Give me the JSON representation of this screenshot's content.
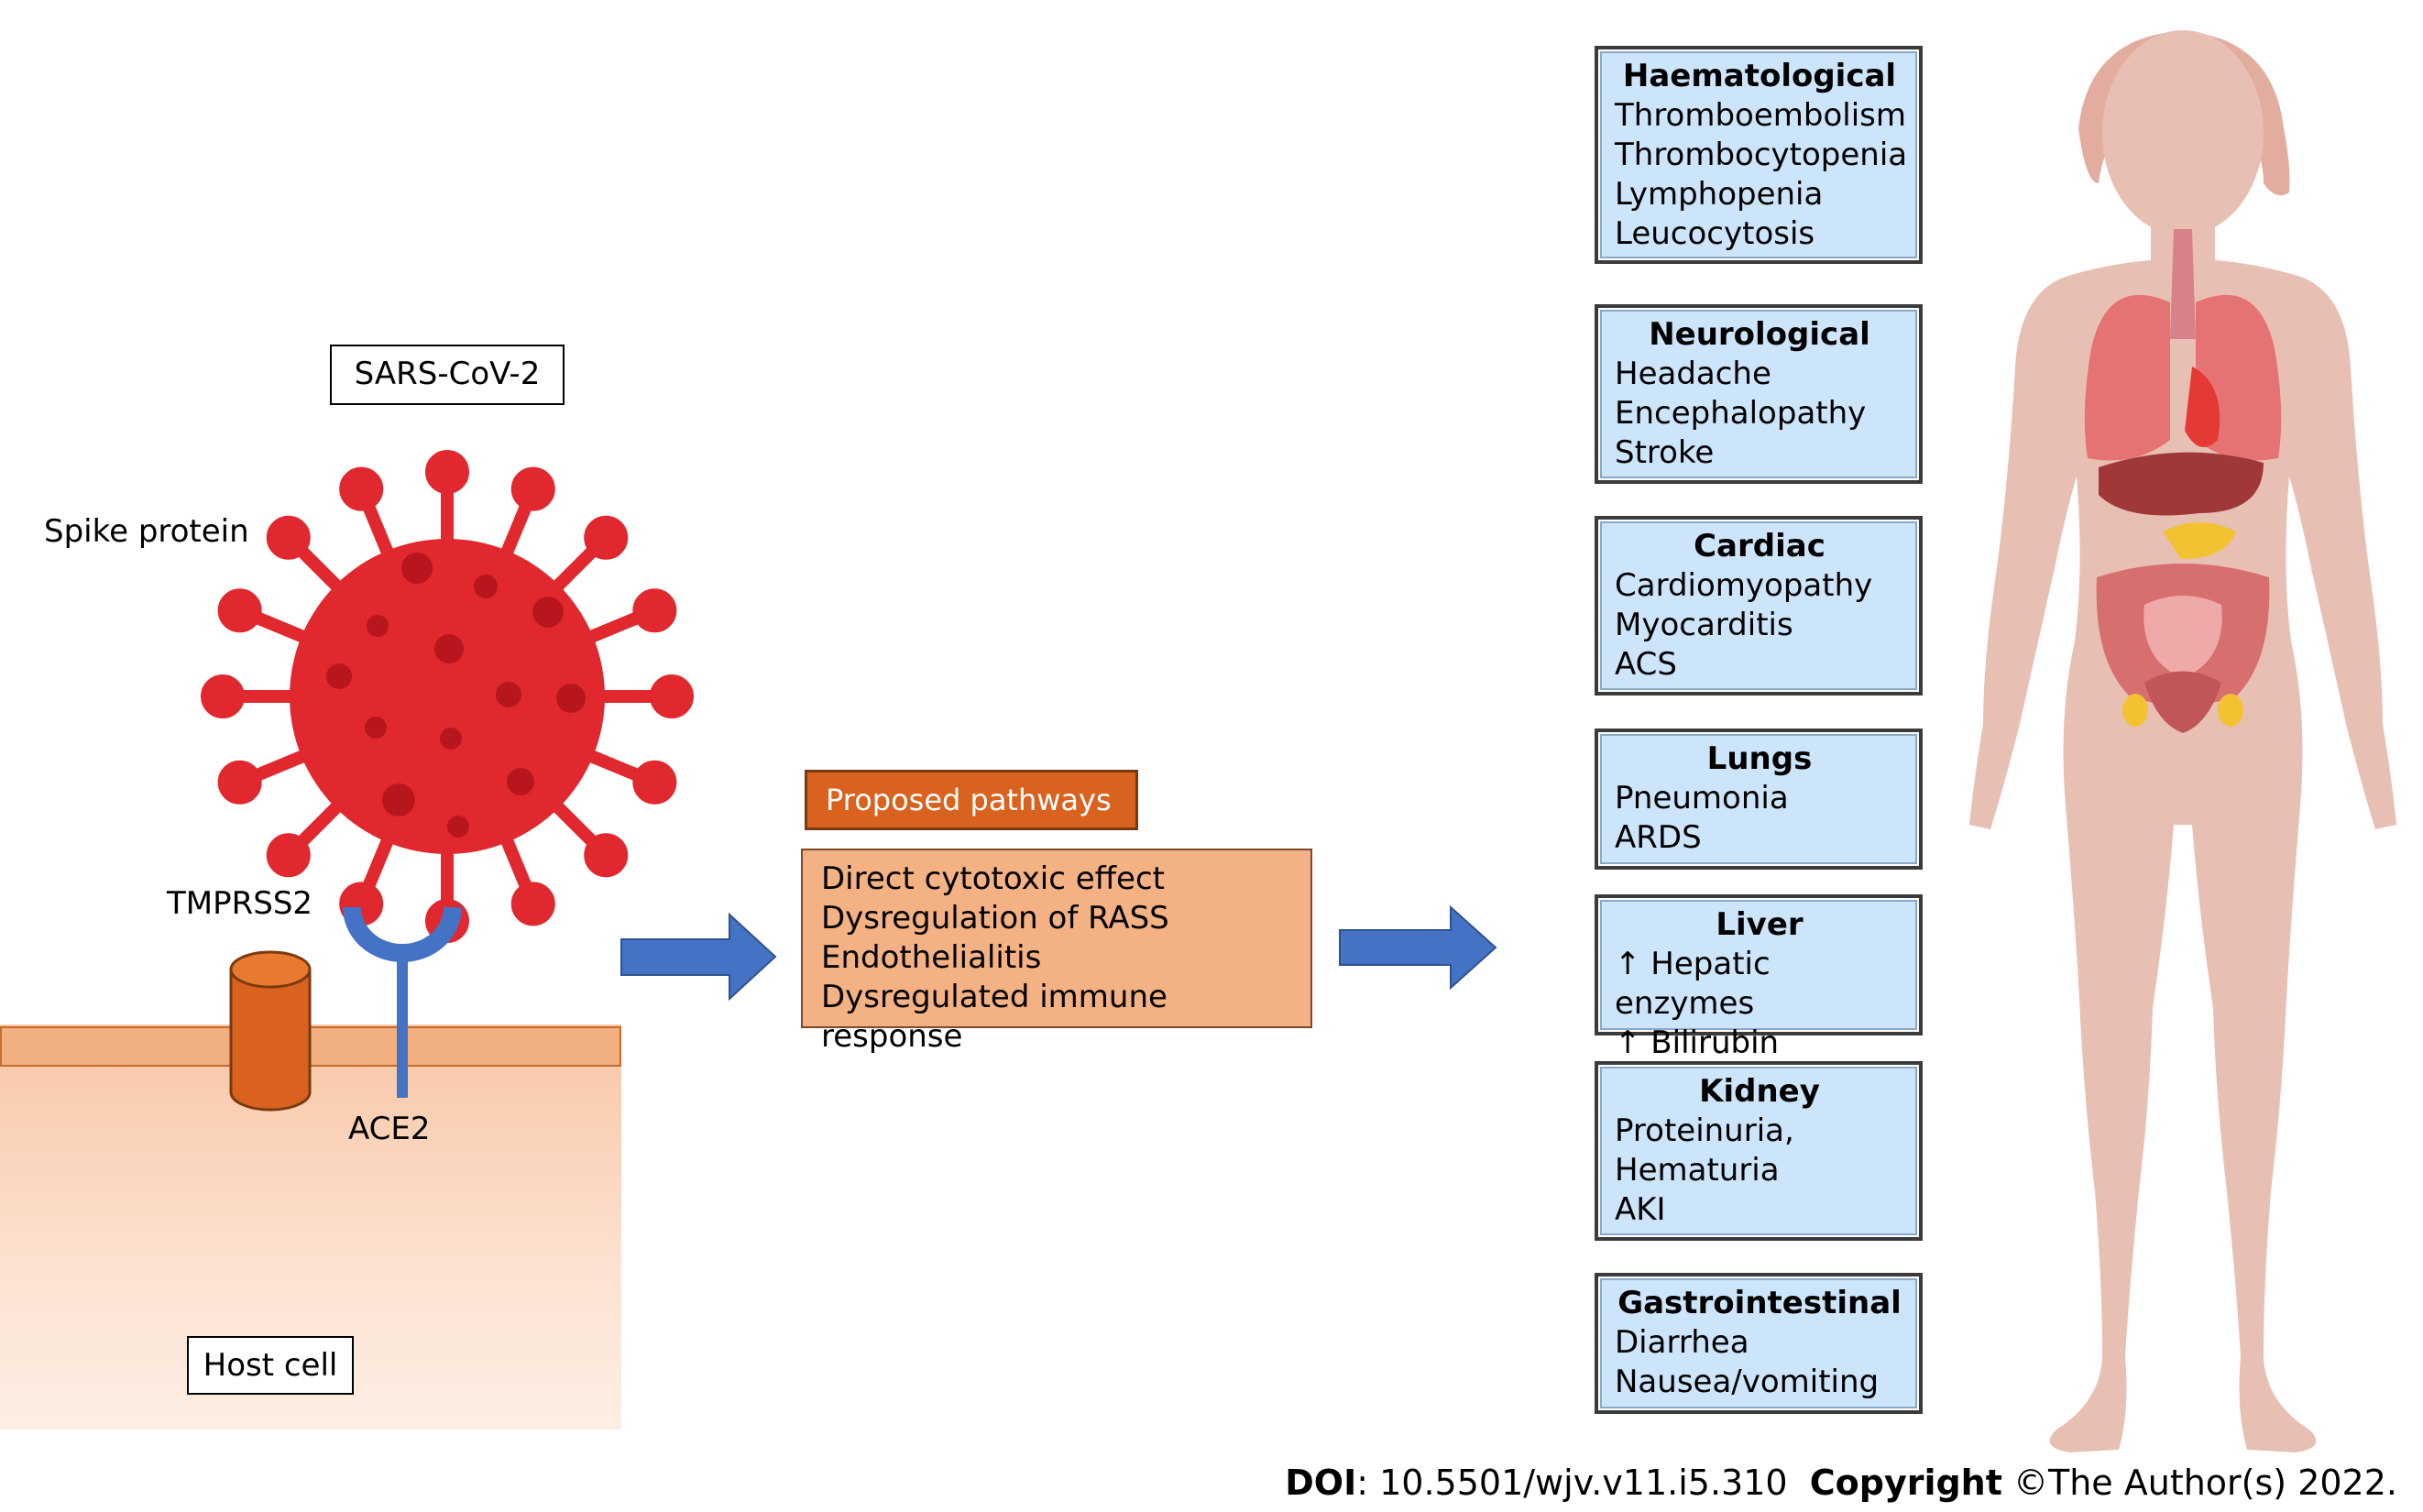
{
  "labels": {
    "virus": "SARS-CoV-2",
    "spike": "Spike protein",
    "tmprss2": "TMPRSS2",
    "ace2": "ACE2",
    "host_cell": "Host cell"
  },
  "pathways": {
    "header": "Proposed pathways",
    "items": [
      "Direct cytotoxic effect",
      "Dysregulation of RASS",
      "Endothelialitis",
      "Dysregulated immune response"
    ]
  },
  "organs": [
    {
      "title": "Haematological",
      "items": [
        "Thromboembolism",
        "Thrombocytopenia",
        "Lymphopenia",
        "Leucocytosis"
      ]
    },
    {
      "title": "Neurological",
      "items": [
        "Headache",
        "Encephalopathy",
        "Stroke"
      ]
    },
    {
      "title": "Cardiac",
      "items": [
        "Cardiomyopathy",
        "Myocarditis",
        "ACS"
      ]
    },
    {
      "title": "Lungs",
      "items": [
        "Pneumonia",
        "ARDS"
      ]
    },
    {
      "title": "Liver",
      "items": [
        "↑ Hepatic enzymes",
        "↑ Bilirubin"
      ]
    },
    {
      "title": "Kidney",
      "items": [
        "Proteinuria,",
        "Hematuria",
        "AKI"
      ]
    },
    {
      "title": "Gastrointestinal",
      "items": [
        "Diarrhea",
        "Nausea/vomiting"
      ]
    }
  ],
  "footer": {
    "doi_label": "DOI",
    "doi_value": ": 10.5501/wjv.v11.i5.310",
    "copyright_label": "Copyright",
    "copyright_value": " ©The Author(s) 2022."
  },
  "colors": {
    "virus": "#e0282e",
    "tmprss2": "#d9621e",
    "ace2": "#4472c4",
    "arrow": "#4472c4",
    "organ_box": "#cde5fb",
    "body": "#e8c0b3"
  }
}
